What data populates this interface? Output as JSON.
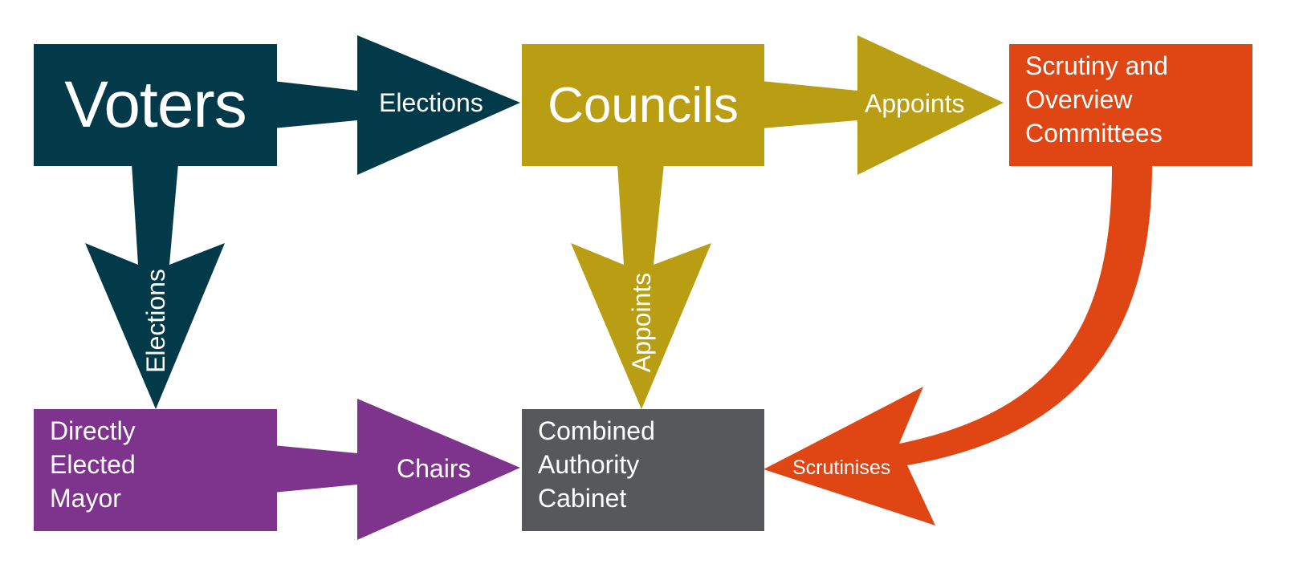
{
  "colors": {
    "voters": "#023a49",
    "councils": "#b99d12",
    "scrutiny": "#e04514",
    "mayor": "#7e348c",
    "cabinet": "#57585b",
    "text": "#ffffff",
    "background": "#ffffff"
  },
  "nodes": {
    "voters": {
      "label": "Voters"
    },
    "councils": {
      "label": "Councils"
    },
    "scrutiny": {
      "lines": [
        "Scrutiny and",
        "Overview",
        "Committees"
      ]
    },
    "mayor": {
      "lines": [
        "Directly",
        "Elected",
        "Mayor"
      ]
    },
    "cabinet": {
      "lines": [
        "Combined",
        "Authority",
        "Cabinet"
      ]
    }
  },
  "edges": {
    "voters_councils": {
      "label": "Elections"
    },
    "councils_scrutiny": {
      "label": "Appoints"
    },
    "voters_mayor": {
      "label": "Elections"
    },
    "councils_cabinet": {
      "label": "Appoints"
    },
    "mayor_cabinet": {
      "label": "Chairs"
    },
    "scrutiny_cabinet": {
      "label": "Scrutinises"
    }
  }
}
